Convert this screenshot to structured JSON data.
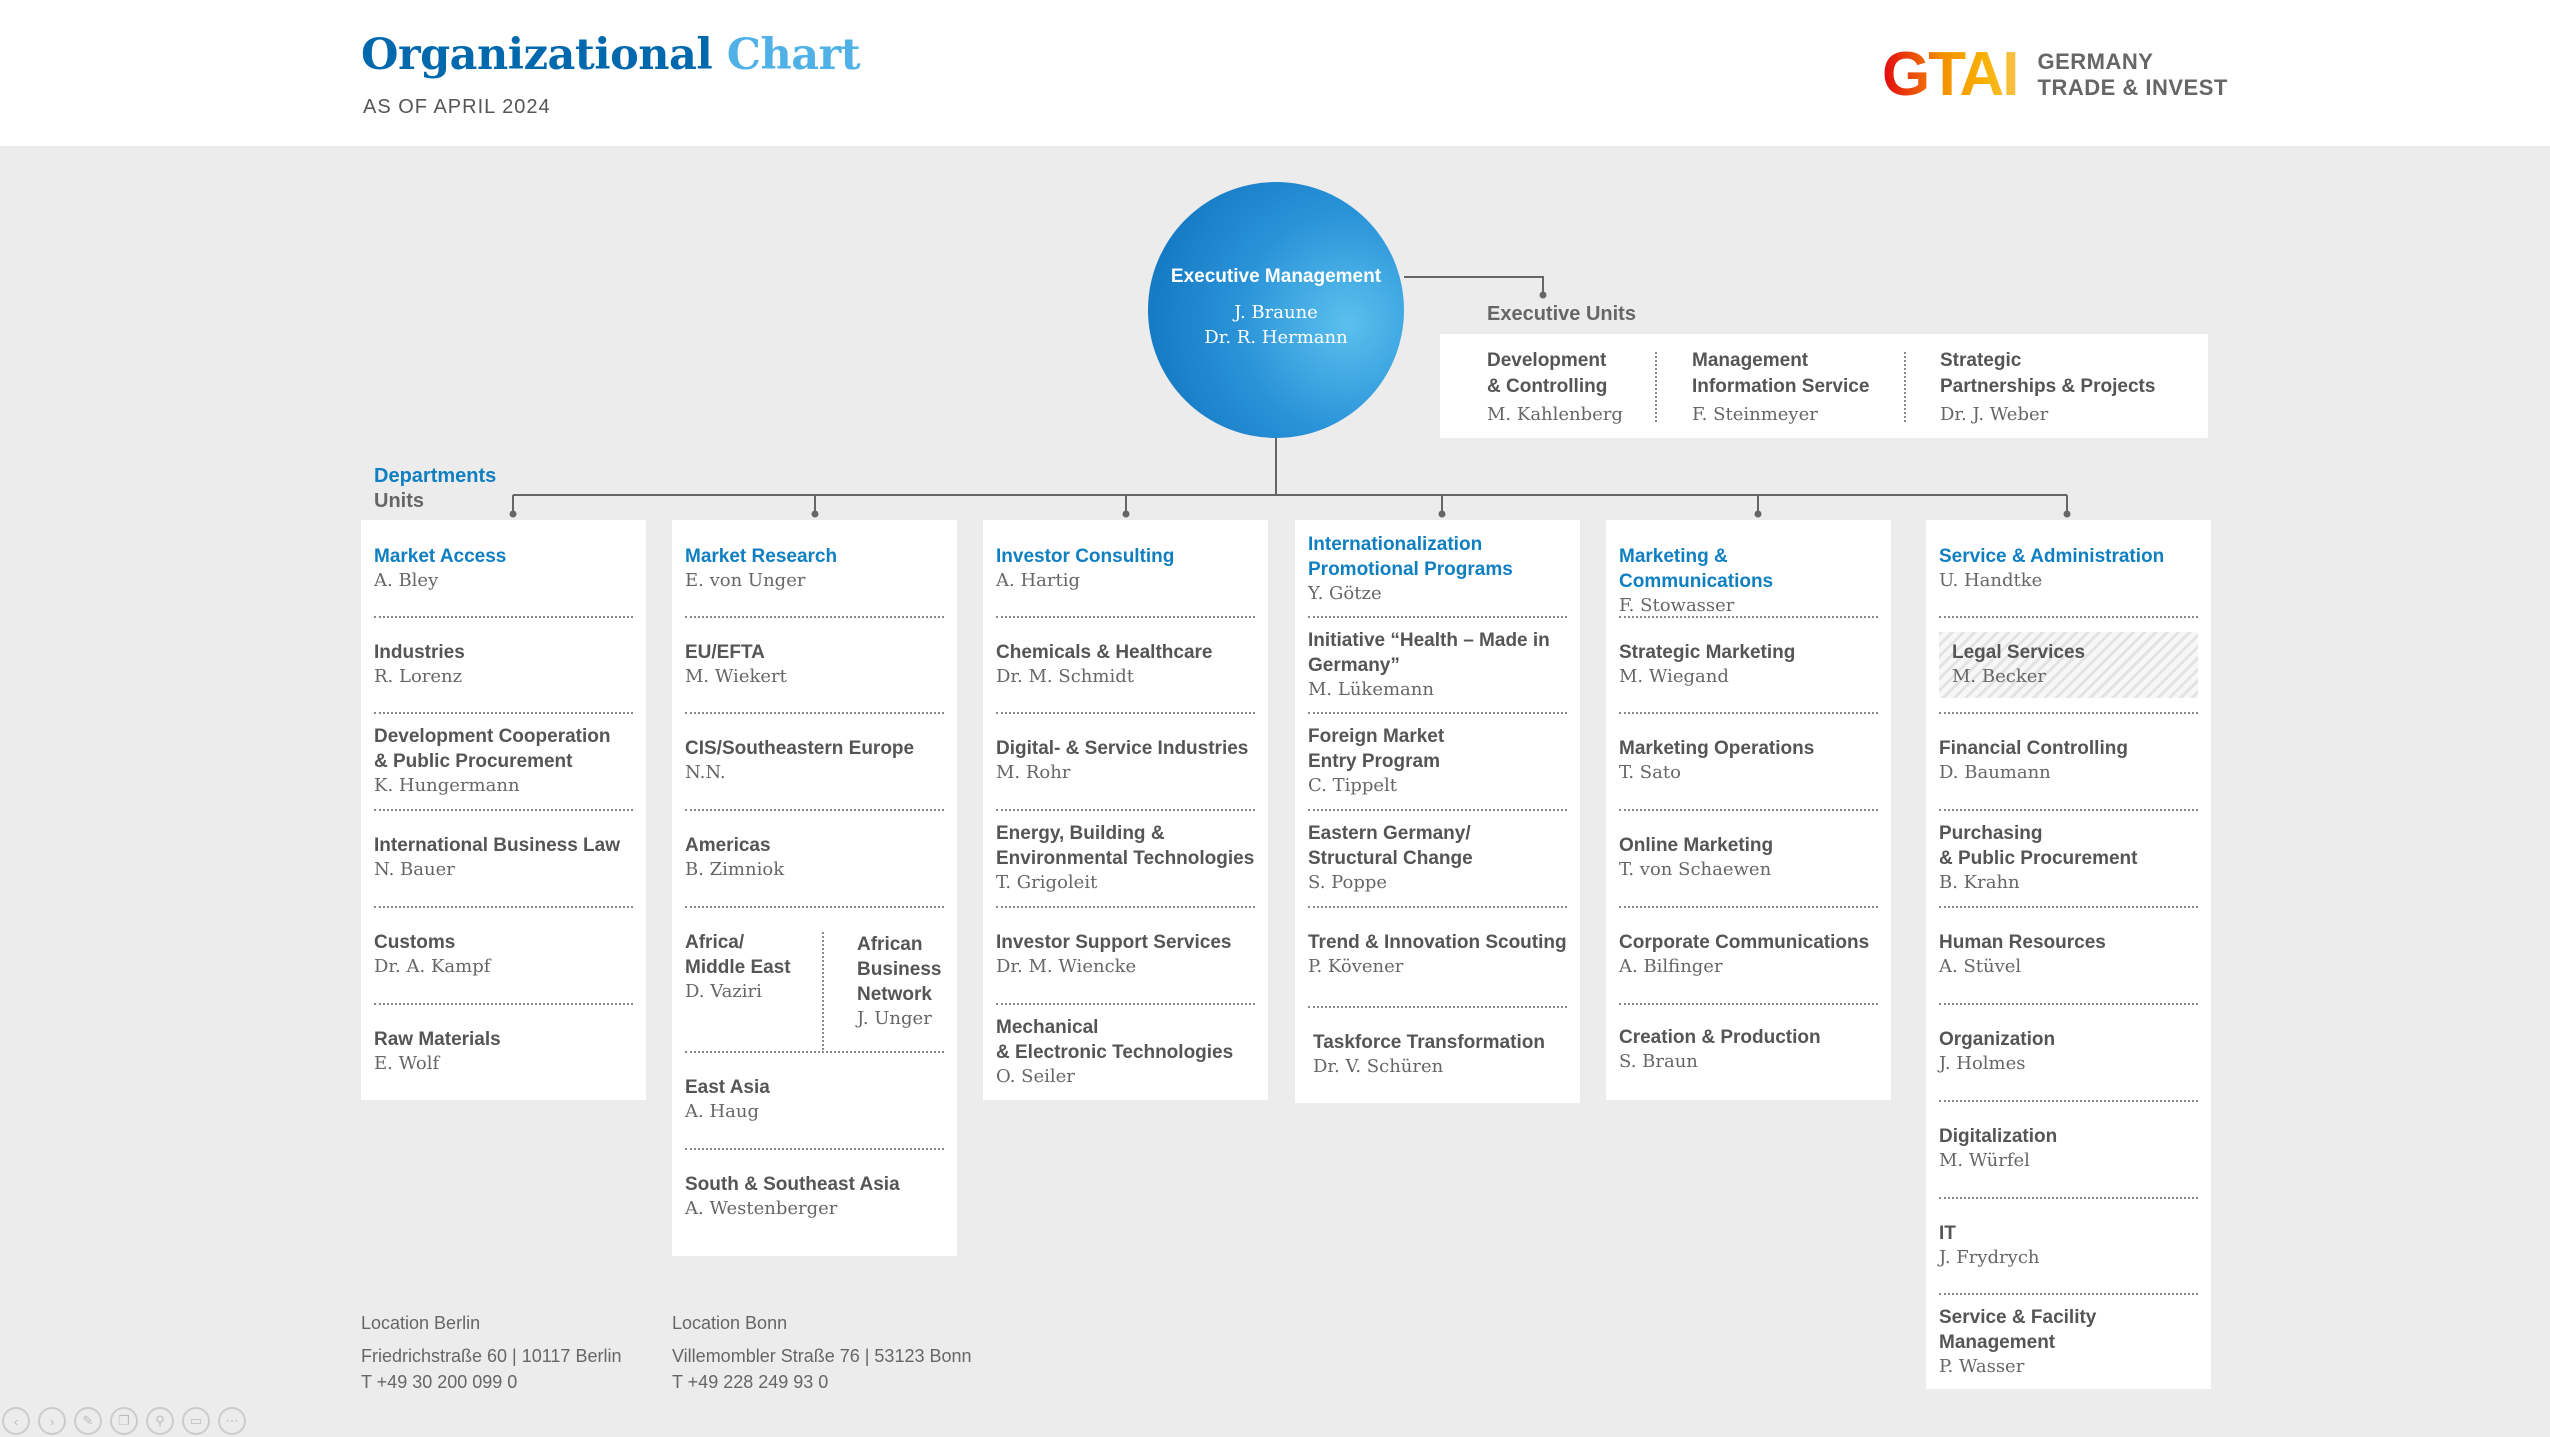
{
  "header": {
    "title_part1": "Organizational",
    "title_part2": "Chart",
    "subtitle": "AS OF APRIL 2024",
    "logo_mark": "GTAI",
    "logo_line1": "GERMANY",
    "logo_line2": "TRADE & INVEST"
  },
  "executive": {
    "title": "Executive Management",
    "names": [
      "J. Braune",
      "Dr. R. Hermann"
    ]
  },
  "executive_units": {
    "label": "Executive Units",
    "units": [
      {
        "title": [
          "Development",
          "& Controlling"
        ],
        "name": "M. Kahlenberg"
      },
      {
        "title": [
          "Management",
          "Information Service"
        ],
        "name": "F. Steinmeyer"
      },
      {
        "title": [
          "Strategic",
          "Partnerships & Projects"
        ],
        "name": "Dr. J. Weber"
      }
    ]
  },
  "labels": {
    "departments": "Departments",
    "units": "Units"
  },
  "departments": [
    {
      "title": [
        "Market Access"
      ],
      "name": "A. Bley",
      "units": [
        {
          "title": [
            "Industries"
          ],
          "name": "R. Lorenz"
        },
        {
          "title": [
            "Development Cooperation",
            "& Public Procurement"
          ],
          "name": "K. Hungermann"
        },
        {
          "title": [
            "International Business Law"
          ],
          "name": "N. Bauer"
        },
        {
          "title": [
            "Customs"
          ],
          "name": "Dr. A. Kampf"
        },
        {
          "title": [
            "Raw Materials"
          ],
          "name": "E. Wolf"
        }
      ]
    },
    {
      "title": [
        "Market Research"
      ],
      "name": "E. von Unger",
      "units": [
        {
          "title": [
            "EU/EFTA"
          ],
          "name": "M. Wiekert"
        },
        {
          "title": [
            "CIS/Southeastern Europe"
          ],
          "name": "N.N."
        },
        {
          "title": [
            "Americas"
          ],
          "name": "B. Zimniok"
        },
        {
          "title": [
            "Africa/",
            "Middle East"
          ],
          "name": "D. Vaziri"
        },
        {
          "title": [
            "African",
            "Business",
            "Network"
          ],
          "name": "J. Unger"
        },
        {
          "title": [
            "East Asia"
          ],
          "name": "A. Haug"
        },
        {
          "title": [
            "South & Southeast Asia"
          ],
          "name": "A. Westenberger"
        }
      ]
    },
    {
      "title": [
        "Investor Consulting"
      ],
      "name": "A. Hartig",
      "units": [
        {
          "title": [
            "Chemicals & Healthcare"
          ],
          "name": "Dr. M. Schmidt"
        },
        {
          "title": [
            "Digital- & Service Industries"
          ],
          "name": "M. Rohr"
        },
        {
          "title": [
            "Energy, Building &",
            "Environmental Technologies"
          ],
          "name": "T. Grigoleit"
        },
        {
          "title": [
            "Investor Support Services"
          ],
          "name": "Dr. M. Wiencke"
        },
        {
          "title": [
            "Mechanical",
            "& Electronic Technologies"
          ],
          "name": "O. Seiler"
        }
      ]
    },
    {
      "title": [
        "Internationalization",
        "Promotional Programs"
      ],
      "name": "Y. Götze",
      "units": [
        {
          "title": [
            "Initiative “Health – Made in",
            "Germany”"
          ],
          "name": "M. Lükemann"
        },
        {
          "title": [
            "Foreign Market",
            "Entry Program"
          ],
          "name": "C. Tippelt"
        },
        {
          "title": [
            "Eastern Germany/",
            "Structural Change"
          ],
          "name": "S. Poppe"
        },
        {
          "title": [
            "Trend & Innovation Scouting"
          ],
          "name": "P. Kövener"
        },
        {
          "title": [
            "Taskforce Transformation"
          ],
          "name": "Dr. V. Schüren"
        }
      ]
    },
    {
      "title": [
        "Marketing & Communications"
      ],
      "name": "F. Stowasser",
      "units": [
        {
          "title": [
            "Strategic Marketing"
          ],
          "name": "M. Wiegand"
        },
        {
          "title": [
            "Marketing Operations"
          ],
          "name": "T. Sato"
        },
        {
          "title": [
            "Online Marketing"
          ],
          "name": "T. von Schaewen"
        },
        {
          "title": [
            "Corporate Communications"
          ],
          "name": "A. Bilfinger"
        },
        {
          "title": [
            "Creation & Production"
          ],
          "name": "S. Braun"
        }
      ]
    },
    {
      "title": [
        "Service & Administration"
      ],
      "name": "U. Handtke",
      "units": [
        {
          "title": [
            "Legal Services"
          ],
          "name": "M. Becker"
        },
        {
          "title": [
            "Financial Controlling"
          ],
          "name": "D. Baumann"
        },
        {
          "title": [
            "Purchasing",
            "& Public Procurement"
          ],
          "name": "B. Krahn"
        },
        {
          "title": [
            "Human Resources"
          ],
          "name": "A. Stüvel"
        },
        {
          "title": [
            "Organization"
          ],
          "name": "J. Holmes"
        },
        {
          "title": [
            "Digitalization"
          ],
          "name": "M. Würfel"
        },
        {
          "title": [
            "IT"
          ],
          "name": "J. Frydrych"
        },
        {
          "title": [
            "Service & Facility",
            "Management"
          ],
          "name": "P. Wasser"
        }
      ]
    }
  ],
  "locations": [
    {
      "title": "Location Berlin",
      "address": "Friedrichstraße 60 | 10117 Berlin",
      "phone": "T +49 30 200 099 0"
    },
    {
      "title": "Location Bonn",
      "address": "Villemombler Straße 76 | 53123 Bonn",
      "phone": "T +49 228 249 93 0"
    }
  ],
  "toolbar": {
    "icons": [
      "previous-icon",
      "next-icon",
      "pen-icon",
      "slides-icon",
      "zoom-icon",
      "camera-icon",
      "more-icon"
    ],
    "glyphs": [
      "‹",
      "›",
      "✎",
      "❐",
      "⚲",
      "▭",
      "⋯"
    ]
  }
}
